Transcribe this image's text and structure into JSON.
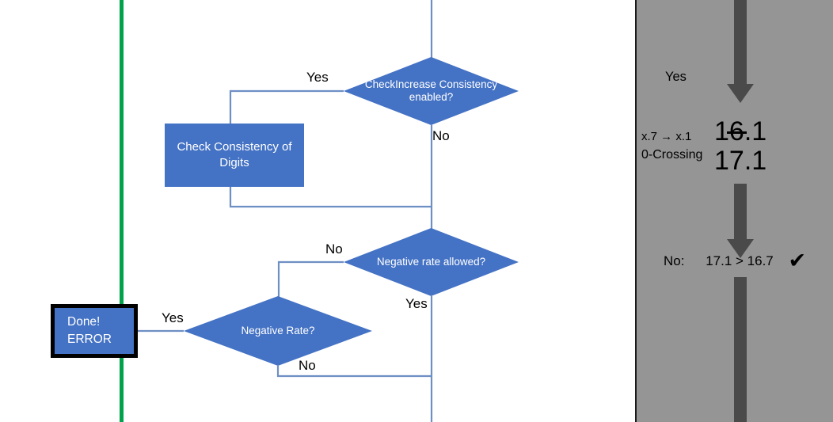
{
  "flowchart": {
    "nodes": {
      "check_increase": "CheckIncrease Consistency enabled?",
      "check_consistency_box": "Check Consistency of Digits",
      "negative_rate_allowed": "Negative rate allowed?",
      "negative_rate": "Negative Rate?",
      "done_error_line1": "Done!",
      "done_error_line2": "ERROR"
    },
    "edge_labels": {
      "yes_check_increase": "Yes",
      "no_check_increase": "No",
      "no_negative_rate_allowed": "No",
      "yes_negative_rate_allowed": "Yes",
      "no_negative_rate": "No",
      "yes_done": "Yes"
    },
    "colors": {
      "shape_fill": "#4472C4",
      "connector": "#6E8FC4",
      "marker_line": "#00A24C",
      "error_border": "#000000"
    }
  },
  "panel": {
    "yes_label": "Yes",
    "tolerance_line1": "x.7 → x.1",
    "tolerance_line2": "0-Crossing",
    "value_struck": "16.1",
    "value_current": "17.1",
    "comparison_prefix": "No:",
    "comparison_expression": "17.1 > 16.7",
    "comparison_mark": "✔",
    "background": "#959595",
    "arrow_color": "#4A4A4A"
  }
}
